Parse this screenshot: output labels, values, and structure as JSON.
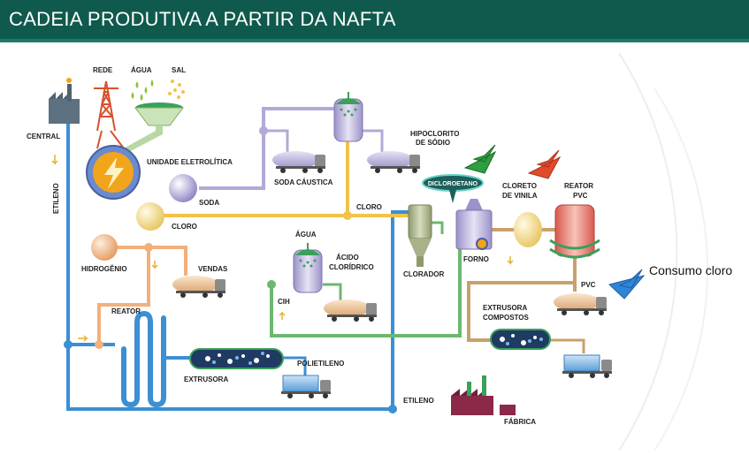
{
  "header": {
    "title": "CADEIA PRODUTIVA A PARTIR DA NAFTA"
  },
  "colors": {
    "header_bg": "#0f5a4c",
    "pipe_blue": "#3b8fd3",
    "pipe_yellow": "#f2c24a",
    "pipe_lavender": "#b4a8d8",
    "pipe_green": "#6cb86f",
    "pipe_tan": "#caa06a",
    "pipe_salmon": "#f2b07a",
    "arrow_green": "#2e9e3e",
    "arrow_red": "#e24a2c",
    "arrow_blue": "#2f86d8"
  },
  "labels": {
    "rede": "REDE",
    "agua_top": "ÁGUA",
    "sal": "SAL",
    "central": "CENTRAL",
    "etileno_vertical": "ETILENO",
    "unidade_eletrolitica": "UNIDADE ELETROLÍTICA",
    "soda": "SODA",
    "soda_caustica": "SODA CÁUSTICA",
    "cloro_left": "CLORO",
    "cloro_right": "CLORO",
    "hipoclorito_l1": "HIPOCLORITO",
    "hipoclorito_l2": "DE SÓDIO",
    "dicloroetano": "DICLOROETANO",
    "cloreto_l1": "CLORETO",
    "cloreto_l2": "DE VINILA",
    "reator_pvc_l1": "REATOR",
    "reator_pvc_l2": "PVC",
    "hidrogenio": "HIDROGÊNIO",
    "vendas": "VENDAS",
    "agua_mid": "ÁGUA",
    "acido_l1": "ÁCIDO",
    "acido_l2": "CLORÍDRICO",
    "cih": "CIH",
    "clorador": "CLORADOR",
    "forno": "FORNO",
    "pvc": "PVC",
    "consumo_cloro": "Consumo cloro",
    "extrusora_compostos_l1": "EXTRUSORA",
    "extrusora_compostos_l2": "COMPOSTOS",
    "reator": "REATOR",
    "extrusora": "EXTRUSORA",
    "polietileno": "POLIETILENO",
    "etileno_bottom": "ETILENO",
    "fabrica": "FÁBRICA"
  },
  "icons": [
    "power-tower-icon",
    "water-drops-icon",
    "salt-grains-icon",
    "factory-icon",
    "lightning-icon",
    "tank-truck-icon",
    "arrow-icon"
  ]
}
